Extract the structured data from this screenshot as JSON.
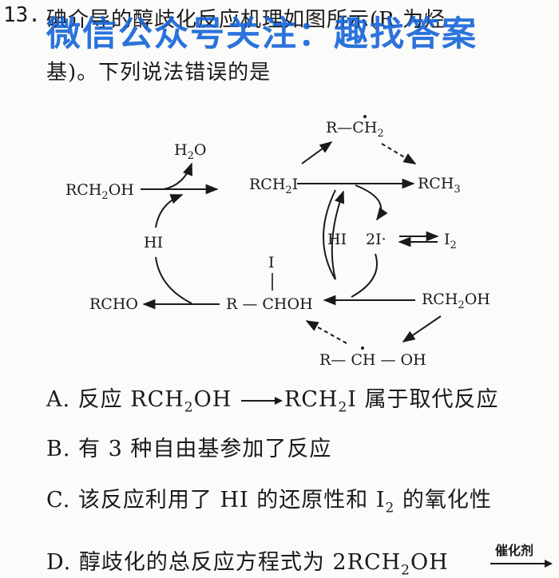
{
  "question": {
    "number": "13.",
    "stem_line1": "碘介导的醇歧化反应机理如图所示(R 为烃",
    "stem_line2": "基)。下列说法错误的是"
  },
  "watermark": "微信公众号关注：趣找答案",
  "diagram": {
    "rch2oh_left": "RCH",
    "rch2oh_left_sub": "2",
    "rch2oh_left_tail": "OH",
    "h2o": "H",
    "h2o_sub": "2",
    "h2o_tail": "O",
    "rch2i": "RCH",
    "rch2i_sub": "2",
    "rch2i_tail": "I",
    "radical_ch2": "R—CH",
    "radical_ch2_sub": "2",
    "rch3": "RCH",
    "rch3_sub": "3",
    "hi_left": "HI",
    "hi_right": "HI",
    "two_i_radical": "2I·",
    "i2": "I",
    "i2_sub": "2",
    "rcho": "RCHO",
    "chiohi_top": "I",
    "chohr": "R — CHOH",
    "rch2oh_right": "RCH",
    "rch2oh_right_sub": "2",
    "rch2oh_right_tail": "OH",
    "radical_choh": "R— CH — OH"
  },
  "options": {
    "a_prefix": "A. 反应 RCH",
    "a_sub1": "2",
    "a_mid": "OH",
    "a_arrow_target": "RCH",
    "a_sub2": "2",
    "a_tail": "I 属于取代反应",
    "b": "B. 有 3 种自由基参加了反应",
    "c_prefix": "C. 该反应利用了 HI 的还原性和 I",
    "c_sub": "2",
    "c_tail": " 的氧化性",
    "d_prefix": "D. 醇歧化的总反应方程式为 2RCH",
    "d_sub": "2",
    "d_tail": "OH",
    "d_catalyst": "催化剂"
  }
}
